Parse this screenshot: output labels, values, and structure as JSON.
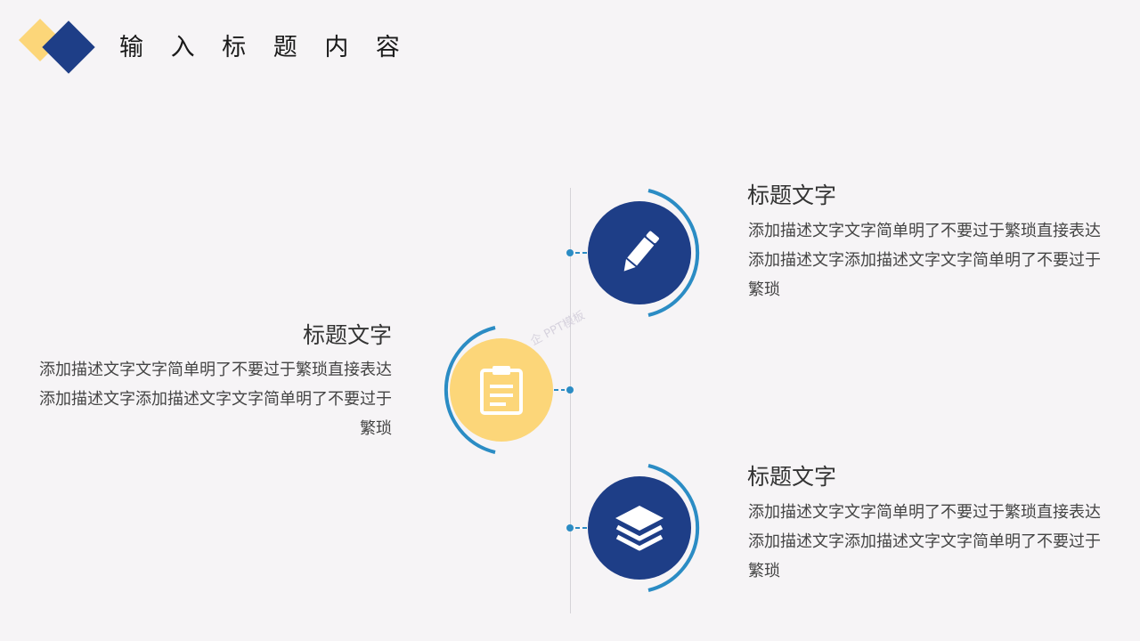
{
  "page": {
    "title": "输 入 标 题 内 容"
  },
  "colors": {
    "navy": "#1e3e87",
    "yellow": "#fcd679",
    "accent_blue": "#2b8cc4",
    "background": "#f6f4f6"
  },
  "items": [
    {
      "title": "标题文字",
      "desc": "添加描述文字文字简单明了不要过于繁琐直接表达添加描述文字添加描述文字文字简单明了不要过于繁琐",
      "icon": "pencil-icon"
    },
    {
      "title": "标题文字",
      "desc": "添加描述文字文字简单明了不要过于繁琐直接表达添加描述文字添加描述文字文字简单明了不要过于繁琐",
      "icon": "clipboard-icon"
    },
    {
      "title": "标题文字",
      "desc": "添加描述文字文字简单明了不要过于繁琐直接表达添加描述文字添加描述文字文字简单明了不要过于繁琐",
      "icon": "layers-icon"
    }
  ],
  "watermark": "企 PPT模板"
}
